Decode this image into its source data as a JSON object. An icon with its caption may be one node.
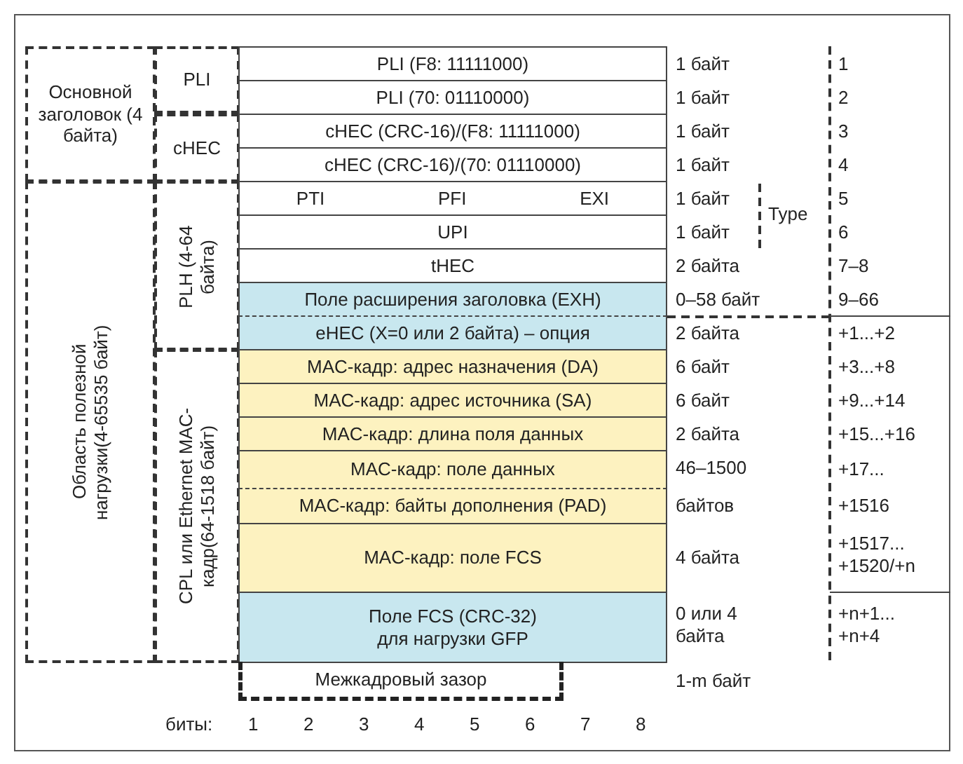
{
  "diagram": {
    "nodes": [
      {
        "text": [
          "Основной заголовок (4 байта)"
        ]
      },
      {
        "text": [
          "PLI"
        ]
      },
      {
        "text": [
          "PLI (F8: 11111000)"
        ],
        "beside": [
          "1 байт"
        ]
      },
      {
        "text": [
          "PLI (70: 01110000)"
        ],
        "beside": [
          "1 байт"
        ]
      },
      {
        "text": [
          "cHEC"
        ]
      },
      {
        "text": [
          "cHEC (CRC-16)/(F8: 11111000)"
        ],
        "beside": [
          "1 байт"
        ]
      },
      {
        "text": [
          "cHEC (CRC-16)/(70: 01110000)"
        ],
        "beside": [
          "1 байт"
        ]
      },
      {
        "text": [
          "Область полезной нагрузки(4-65535 байт)"
        ]
      },
      {
        "text": [
          "PLH (4-64 байта)"
        ]
      },
      {
        "text": [
          "PTI",
          "PFI",
          "EXI"
        ],
        "beside": [
          "1 байт"
        ]
      },
      {
        "text": [
          "UPI"
        ],
        "beside": [
          "1 байт"
        ]
      },
      {
        "text": [
          "tHEC"
        ],
        "beside": [
          "2 байта"
        ]
      },
      {
        "text": [
          "Поле расширения заголовка (EXH)"
        ],
        "beside": [
          "0–58 байт"
        ]
      },
      {
        "text": [
          "eHEC (X=0 или 2 байта) – опция"
        ],
        "beside": [
          "2 байта"
        ]
      },
      {
        "text": [
          "CPL или Ethernet MAC-кадр(64-1518 байт)"
        ]
      },
      {
        "text": [
          "MAC-кадр: адрес назначения (DA)"
        ],
        "beside": [
          "6 байт"
        ]
      },
      {
        "text": [
          "MAC-кадр: адрес источника (SA)"
        ],
        "beside": [
          "6 байт"
        ]
      },
      {
        "text": [
          "MAC-кадр: длина поля данных"
        ],
        "beside": [
          "2 байта"
        ]
      },
      {
        "text": [
          "MAC-кадр: поле данных"
        ],
        "beside": [
          "46–1500"
        ]
      },
      {
        "text": [
          "MAC-кадр: байты дополнения (PAD)"
        ],
        "beside": [
          "байтов"
        ]
      },
      {
        "text": [
          "MAC-кадр: поле FCS"
        ],
        "beside": [
          "4 байта"
        ]
      },
      {
        "text": [
          "Поле FCS (CRC-32) для нагрузки GFP"
        ],
        "beside": [
          "0 или 4 байта"
        ]
      },
      {
        "text": [
          "Межкадровый зазор"
        ]
      }
    ],
    "labels": [
      "1",
      "2",
      "3",
      "4",
      "5",
      "Type",
      "6",
      "7–8",
      "9–66",
      "+1...+2",
      "+3...+8",
      "+9...+14",
      "+15...+16",
      "+17...",
      "+1516",
      "+1517... +1520/+n",
      "+n+1... +n+4",
      "1-m байт",
      "биты:",
      "1",
      "2",
      "3",
      "4",
      "5",
      "6",
      "7",
      "8"
    ]
  }
}
